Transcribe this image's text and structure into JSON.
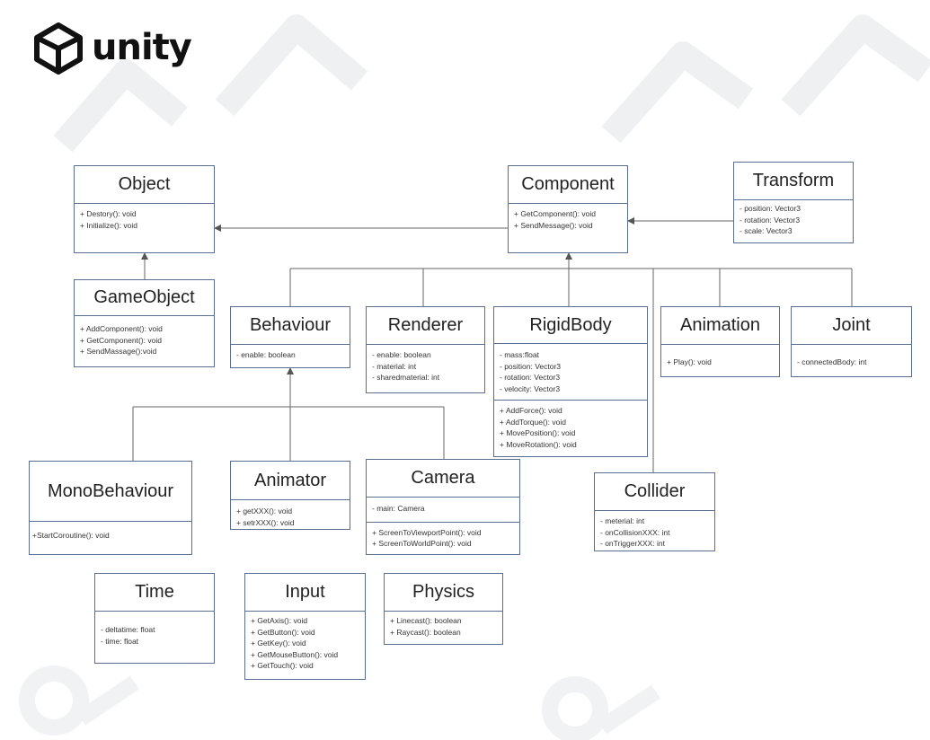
{
  "logo": {
    "text": "unity"
  },
  "classes": {
    "object": {
      "name": "Object",
      "sections": [
        [
          "+    Destory(): void",
          "+    Initialize(): void"
        ]
      ]
    },
    "component": {
      "name": "Component",
      "sections": [
        [
          "+    GetComponent(): void",
          "+    SendMessage(): void"
        ]
      ]
    },
    "transform": {
      "name": "Transform",
      "sections": [
        [
          "- position: Vector3",
          "- rotation: Vector3",
          "- scale: Vector3"
        ]
      ]
    },
    "gameobject": {
      "name": "GameObject",
      "sections": [
        [
          "+ AddComponent(): void",
          "+ GetComponent(): void",
          "+ SendMassage():void"
        ]
      ]
    },
    "behaviour": {
      "name": "Behaviour",
      "sections": [
        [
          "- enable: boolean"
        ]
      ]
    },
    "renderer": {
      "name": "Renderer",
      "sections": [
        [
          "- enable: boolean",
          "- material: int",
          "- sharedmaterial: int"
        ]
      ]
    },
    "rigidbody": {
      "name": "RigidBody",
      "sections": [
        [
          "- mass:float",
          "- position: Vector3",
          "- rotation: Vector3",
          "- velocity: Vector3"
        ],
        [
          "+    AddForce(): void",
          "+    AddTorque(): void",
          "+    MovePosition(): void",
          "+    MoveRotation(): void"
        ]
      ]
    },
    "animation": {
      "name": "Animation",
      "sections": [
        [
          "+ Play(): void"
        ]
      ]
    },
    "joint": {
      "name": "Joint",
      "sections": [
        [
          "- connectedBody: int"
        ]
      ]
    },
    "monobehaviour": {
      "name": "MonoBehaviour",
      "sections": [
        [
          "+StartCoroutine(): void"
        ]
      ]
    },
    "animator": {
      "name": "Animator",
      "sections": [
        [
          "+ getXXX(): void",
          "+ setrXXX(): void"
        ]
      ]
    },
    "camera": {
      "name": "Camera",
      "sections": [
        [
          "- main: Camera"
        ],
        [
          "+ ScreenToViewportPoint(): void",
          "+ ScreenToWorldPoint(): void"
        ]
      ]
    },
    "collider": {
      "name": "Collider",
      "sections": [
        [
          "- meterial: int",
          "- onCollisionXXX: int",
          "- onTriggerXXX: int"
        ]
      ]
    },
    "time": {
      "name": "Time",
      "sections": [
        [
          "- deltatime: float",
          "- time: float"
        ]
      ]
    },
    "input": {
      "name": "Input",
      "sections": [
        [
          "+ GetAxis(): void",
          "+ GetButton(): void",
          "+ GetKey(): void",
          "+ GetMouseButton(): void",
          "+ GetTouch(): void"
        ]
      ]
    },
    "physics": {
      "name": "Physics",
      "sections": [
        [
          "+ Linecast(): boolean",
          "+ Raycast(): boolean"
        ]
      ]
    }
  }
}
